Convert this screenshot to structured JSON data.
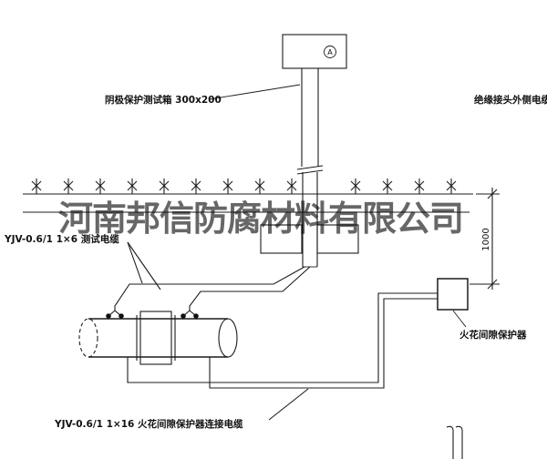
{
  "watermark": "河南邦信防腐材料有限公司",
  "labels": {
    "test_box": "阴极保护测试箱 300x200",
    "outer_cable": "绝缘接头外侧电缆",
    "test_cable": "YJV-0.6/1 1×6  测试电缆",
    "spark_gap": "火花间隙保护器",
    "connect_cable": "YJV-0.6/1 1×16  火花间隙保护器连接电缆",
    "dim_1000": "1000",
    "meter": "A"
  },
  "colors": {
    "line": "#1c1c1c",
    "background": "#ffffff",
    "watermark": "rgba(10,10,10,0.62)"
  }
}
